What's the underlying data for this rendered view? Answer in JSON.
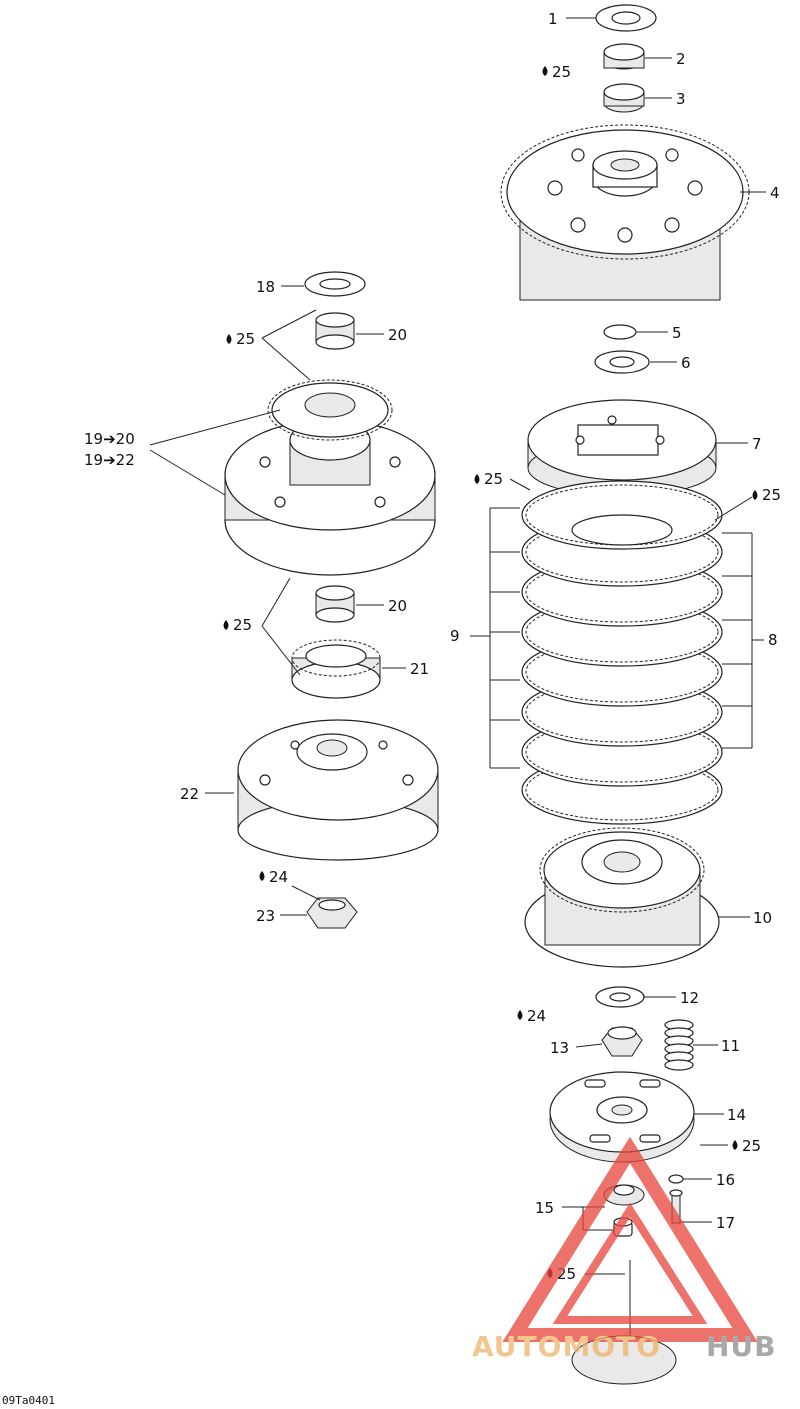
{
  "callouts": [
    {
      "id": "c1",
      "text": "1"
    },
    {
      "id": "c2",
      "text": "2"
    },
    {
      "id": "c3",
      "text": "3"
    },
    {
      "id": "c4",
      "text": "4"
    },
    {
      "id": "c5",
      "text": "5"
    },
    {
      "id": "c6",
      "text": "6"
    },
    {
      "id": "c7",
      "text": "7"
    },
    {
      "id": "c8",
      "text": "8"
    },
    {
      "id": "c9",
      "text": "9"
    },
    {
      "id": "c10",
      "text": "10"
    },
    {
      "id": "c11",
      "text": "11"
    },
    {
      "id": "c12",
      "text": "12"
    },
    {
      "id": "c13",
      "text": "13"
    },
    {
      "id": "c14",
      "text": "14"
    },
    {
      "id": "c15",
      "text": "15"
    },
    {
      "id": "c16",
      "text": "16"
    },
    {
      "id": "c17",
      "text": "17"
    },
    {
      "id": "c18",
      "text": "18"
    },
    {
      "id": "c19a",
      "text": "19➔20"
    },
    {
      "id": "c19b",
      "text": "19➔22"
    },
    {
      "id": "c20a",
      "text": "20"
    },
    {
      "id": "c20b",
      "text": "20"
    },
    {
      "id": "c21",
      "text": "21"
    },
    {
      "id": "c22",
      "text": "22"
    },
    {
      "id": "c23",
      "text": "23"
    }
  ],
  "lube_marks": [
    {
      "id": "l1",
      "text": "25"
    },
    {
      "id": "l2",
      "text": "25"
    },
    {
      "id": "l3",
      "text": "25"
    },
    {
      "id": "l4",
      "text": "25"
    },
    {
      "id": "l5",
      "text": "25"
    },
    {
      "id": "l6",
      "text": "24"
    },
    {
      "id": "l7",
      "text": "24"
    },
    {
      "id": "l8",
      "text": "25"
    },
    {
      "id": "l9",
      "text": "25"
    }
  ],
  "drawing_code": "09Ta0401",
  "watermark": {
    "part1": "AUTOMOTO",
    "part2": "HUB",
    "color1": "#f0b36a",
    "color2": "#8c8c8c",
    "triangle_color": "#e8443a"
  }
}
